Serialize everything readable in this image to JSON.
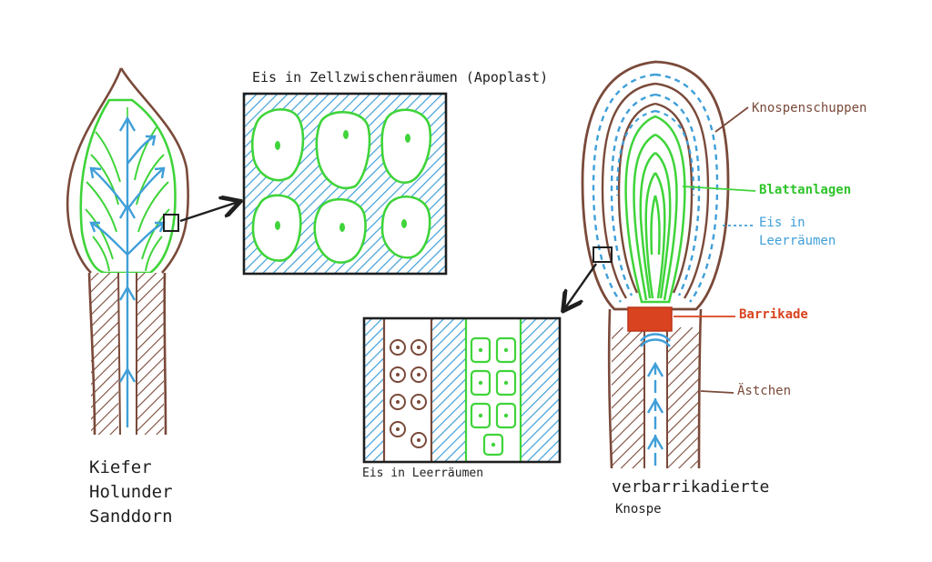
{
  "colors": {
    "bark": "#7a4a3a",
    "leaf": "#3fd43a",
    "ice": "#3f9fd9",
    "dark": "#1f1f1f",
    "barricade": "#d9431f"
  },
  "icons": [
    "pointer-arrow-icon",
    "flow-arrow-icon"
  ],
  "labels": {
    "apoplast_title": "Eis in Zellzwischenräumen (Apoplast)",
    "species_1": "Kiefer",
    "species_2": "Holunder",
    "species_3": "Sanddorn",
    "bud_scales": "Knospenschuppen",
    "leaf_primordia": "Blattanlagen",
    "ice_voids_line1": "Eis in",
    "ice_voids_line2": "Leerräumen",
    "barricade": "Barrikade",
    "twig": "Ästchen",
    "ice_voids_bottom": "Eis in Leerräumen",
    "barricaded_bud_line1": "verbarrikadierte",
    "barricaded_bud_line2": "Knospe"
  }
}
